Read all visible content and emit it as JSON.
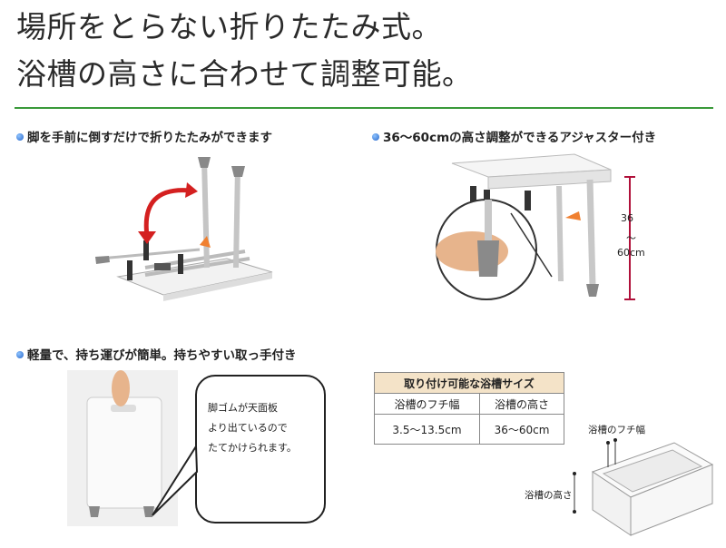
{
  "headline": {
    "line1": "場所をとらない折りたたみ式。",
    "line2": "浴槽の高さに合わせて調整可能。"
  },
  "features": {
    "fold": "脚を手前に倒すだけで折りたたみができます",
    "adjust": "36～60cmの高さ調整ができるアジャスター付き",
    "carry": "軽量で、持ち運びが簡単。持ちやすい取っ手付き"
  },
  "height_scale": {
    "top": "36",
    "tilde": "～",
    "bottom": "60cm"
  },
  "bubble": {
    "line1": "脚ゴムが天面板",
    "line2": "より出ているので",
    "line3": "たてかけられます。"
  },
  "tub_table": {
    "caption": "取り付け可能な浴槽サイズ",
    "headers": [
      "浴槽のフチ幅",
      "浴槽の高さ"
    ],
    "row": [
      "3.5～13.5cm",
      "36～60cm"
    ]
  },
  "tub_labels": {
    "rim": "浴槽のフチ幅",
    "height": "浴槽の高さ"
  },
  "colors": {
    "accent_rule": "#3a9a3a",
    "table_caption_bg": "#f4e3c8",
    "scale_line": "#b0103a",
    "fold_arrow": "#d42020"
  }
}
